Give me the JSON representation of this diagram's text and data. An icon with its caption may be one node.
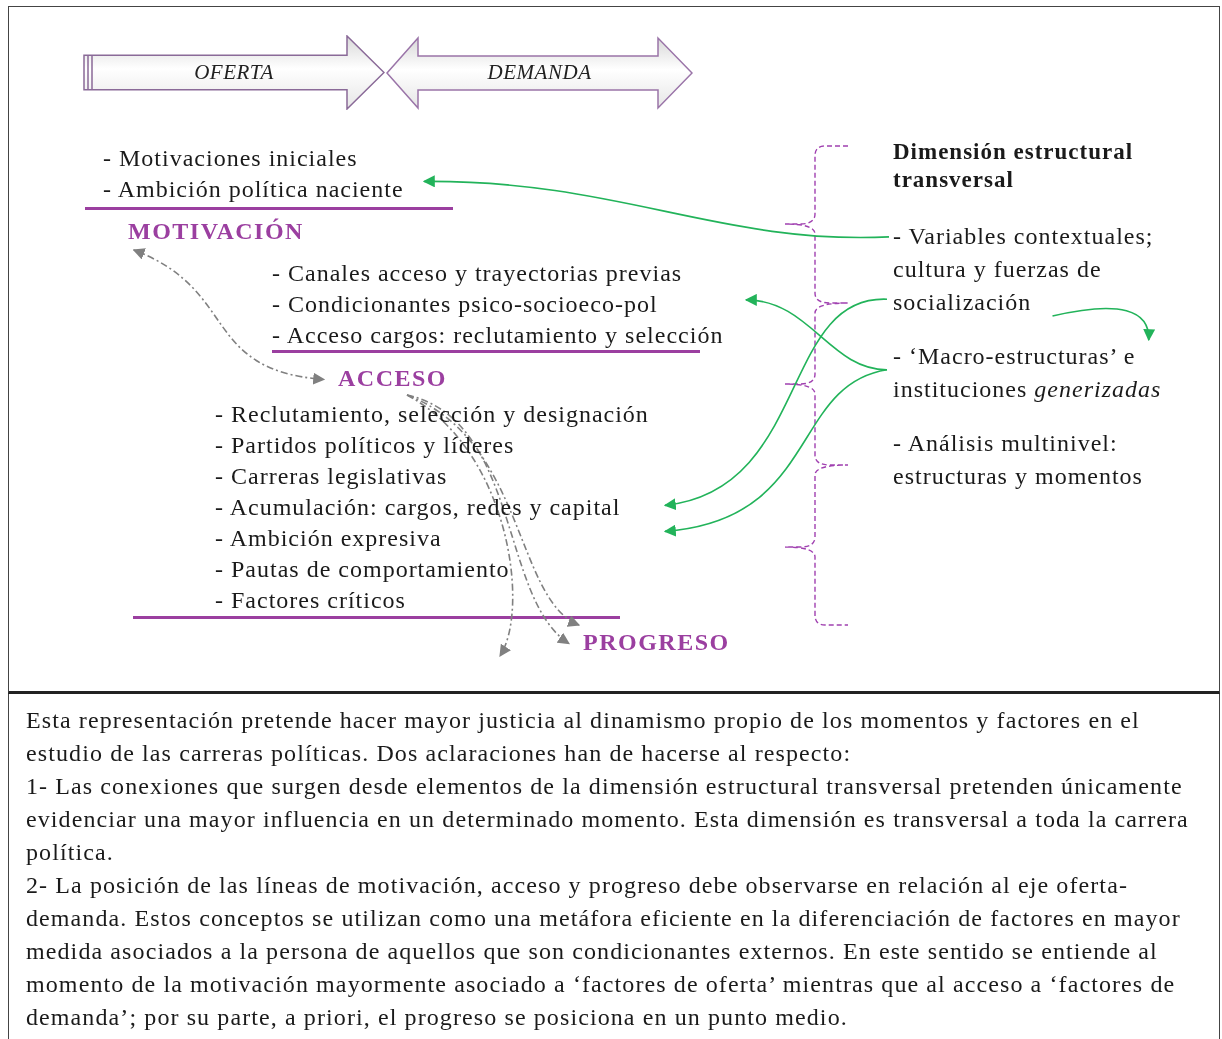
{
  "diagram": {
    "caption": "Esta representación pretende hacer mayor justicia al dinamismo propio de los momentos y factores en el estudio de las carreras políticas. Dos aclaraciones han de hacerse al respecto:",
    "nodes": [
      {
        "text": [
          "OFERTA"
        ]
      },
      {
        "text": [
          "DEMANDA"
        ]
      },
      {
        "text": [
          "- Motivaciones iniciales",
          "- Ambición política naciente"
        ]
      },
      {
        "text": [
          "MOTIVACIÓN"
        ]
      },
      {
        "text": [
          "- Canales acceso y trayectorias previas",
          "- Condicionantes psico-socioeco-pol",
          "- Acceso cargos: reclutamiento y selección"
        ]
      },
      {
        "text": [
          "ACCESO"
        ]
      },
      {
        "text": [
          "- Reclutamiento, selección y designación",
          "- Partidos políticos y líderes",
          "- Carreras legislativas",
          "- Acumulación: cargos, redes y capital",
          "- Ambición expresiva",
          "- Pautas de comportamiento",
          "- Factores críticos"
        ]
      },
      {
        "text": [
          "PROGRESO"
        ]
      },
      {
        "text": [
          "- Variables contextuales; cultura y fuerzas de socialización"
        ]
      },
      {
        "text": [
          "- ‘Macro-estructuras’ e instituciones *generizadas*"
        ]
      },
      {
        "text": [
          "- Análisis multinivel: estructuras y momentos"
        ]
      }
    ],
    "edges": [
      {
        "from": 8,
        "to": 2,
        "arrow": "to"
      },
      {
        "from": 8,
        "to": 6,
        "arrow": "to"
      },
      {
        "from": 8,
        "to": 9,
        "arrow": "to"
      },
      {
        "from": 9,
        "to": 4,
        "arrow": "to"
      },
      {
        "from": 9,
        "to": 6,
        "arrow": "to"
      },
      {
        "from": 3,
        "to": 5,
        "arrow": "both",
        "style": "dashed",
        "color": "#808080"
      },
      {
        "from": 5,
        "to": 7,
        "arrow": "to",
        "style": "dashed",
        "color": "#808080"
      },
      {
        "from": 5,
        "to": 7,
        "arrow": "to",
        "style": "dashed",
        "color": "#808080"
      },
      {
        "from": 5,
        "to": null,
        "arrow": "to",
        "style": "dashed",
        "color": "#808080"
      }
    ],
    "labels": [
      "Dimensión estructural transversal",
      "1- Las conexiones que surgen desde elementos de la dimensión estructural transversal pretenden únicamente evidenciar una mayor influencia en un determinado momento. Esta dimensión es transversal a toda la carrera política.",
      "2- La posición de las líneas de motivación, acceso y progreso debe observarse en relación al eje oferta-demanda. Estos conceptos se utilizan como una metáfora eficiente en la diferenciación de factores en mayor medida asociados a la persona de aquellos que son condicionantes externos. En este sentido se entiende al momento de la motivación mayormente asociado a ‘factores de oferta’ mientras que al acceso a ‘factores de demanda’; por su parte, a priori, el progreso se posiciona en un punto medio."
    ]
  }
}
